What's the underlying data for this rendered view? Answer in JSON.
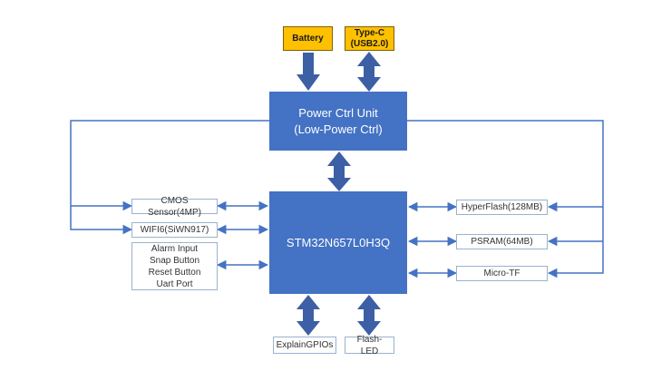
{
  "diagram": {
    "colors": {
      "block_fill": "#4472c4",
      "power_source_fill": "#ffc000",
      "line": "#4472c4",
      "fat_arrow": "#3d5fa6"
    },
    "sources": {
      "battery": "Battery",
      "typec_line1": "Type-C",
      "typec_line2": "(USB2.0)"
    },
    "power_unit": {
      "line1": "Power Ctrl Unit",
      "line2": "(Low-Power Ctrl)"
    },
    "mcu": {
      "label": "STM32N657L0H3Q"
    },
    "left_peripherals": {
      "cmos": "CMOS Sensor(4MP)",
      "wifi": "WIFI6(SiWN917)",
      "io_lines": [
        "Alarm Input",
        "Snap Button",
        "Reset Button",
        "Uart Port"
      ]
    },
    "right_peripherals": {
      "hyperflash": "HyperFlash(128MB)",
      "psram": "PSRAM(64MB)",
      "microtf": "Micro-TF"
    },
    "bottom_peripherals": {
      "gpio": "ExplainGPIOs",
      "flash_led": "Flash-LED"
    }
  }
}
